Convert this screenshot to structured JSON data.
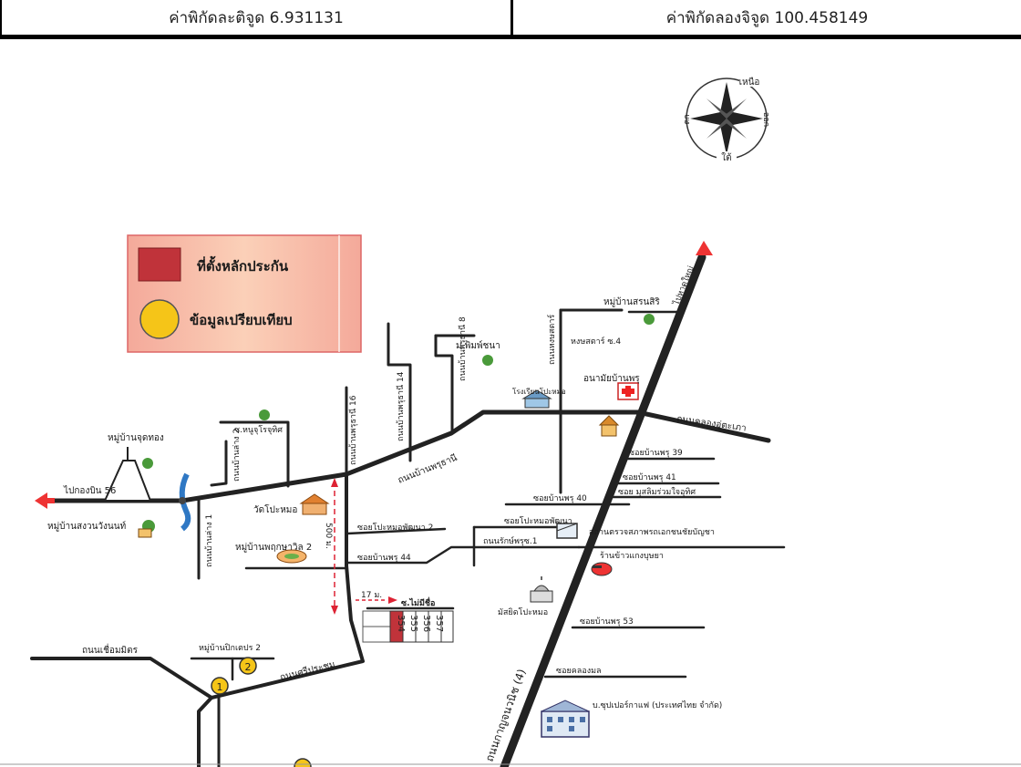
{
  "header": {
    "latitude": "ค่าพิกัดละติจูด 6.931131",
    "longitude": "ค่าพิกัดลองจิจูด 100.458149"
  },
  "compass": {
    "north": "เหนือ",
    "south": "ใต้",
    "east": "ออก",
    "west": "ตก"
  },
  "legend": {
    "collateral": "ที่ตั้งหลักประกัน",
    "comparison": "ข้อมูลเปรียบเทียบ",
    "collateral_color": "#c0333a",
    "comparison_color": "#f5c518",
    "box_color": "#f6b79c"
  },
  "labels": {
    "to_klong_ngaen": "ไปกองบิน 56",
    "to_hat_yai": "ไปหาดใหญ่",
    "village_chut_thong": "หมู่บ้านจุดทอง",
    "village_songwan": "หมู่บ้านสงวนวังนนท์",
    "soi_hoo_chulothit": "ซ.หนูจุโรจุทิศ",
    "phim_chana": "ม.พิมพ์ชนา",
    "village_sonsiri": "หมู่บ้านสรนสิริ",
    "nong_sad_4": "หงษสตาร์ ซ.4",
    "anamai": "อนามัยบ้านพรุ",
    "school": "โรงเรียนโปะหมอ",
    "road_khlong_u_tapao": "ถนนคลองอู่ตะเภา",
    "road_ban_phru_thani": "ถนนบ้านพรุธานี",
    "road_ban_phru_thani_8": "ถนนบ้านพรุธานี 8",
    "road_ban_phru_thani_14": "ถนนบ้านพรุธานี 14",
    "road_ban_phru_thani_16": "ถนนบ้านพรุธานี 16",
    "road_nong_sad": "ถนนหงษสตาร์",
    "road_kanchanawanit": "ถนนกาญจนวนิช (4)",
    "road_soem_mit": "ถนนเชื่อมมิตร",
    "road_si_prachum": "ถนนศรีประชุม",
    "road_ratphrut_1": "ถนนรักษ์พรุซ.1",
    "road_ban_lang_1": "ถนนบ้านล่าง 1",
    "road_ban_lang_2": "ถนนบ้านล่าง 2",
    "soi_ban_phru_39": "ซอยบ้านพรุ 39",
    "soi_ban_phru_41": "ซอยบ้านพรุ 41",
    "soi_muslim": "ซอย มุสลิมร่วมใจอุทิศ",
    "soi_ban_phru_40": "ซอยบ้านพรุ 40",
    "soi_pomo_phatthana": "ซอยโปะหมอพัฒนา",
    "soi_pomo_phatthana_2": "ซอยโปะหมอพัฒนา 2",
    "soi_ban_phru_44": "ซอยบ้านพรุ 44",
    "soi_ban_phru_53": "ซอยบ้านพรุ 53",
    "soi_khlong_mon": "ซอยคลองมล",
    "wat_pomo": "วัดโปะหมอ",
    "village_phrueksa_2": "หมู่บ้านพฤกษาวิล 2",
    "inspection_center": "สถานตรวจสภาพรถเอกชนชัยบัญชา",
    "restaurant": "ร้านข้าวแกงบุษยา",
    "mosque": "มัสยิดโปะหมอ",
    "village_pikpet_2": "หมู่บ้านปิกเตปร 2",
    "soi_no_name": "ซ.ไม่มีชื่อ",
    "dist_500": "500 ม.",
    "dist_17": "17 ม.",
    "company": "บ.ซุปเปอร์กาแฟ (ประเทศไทย จำกัด)"
  },
  "plots": [
    "354",
    "355",
    "356",
    "357"
  ],
  "markers": {
    "one": "1",
    "two": "2"
  }
}
